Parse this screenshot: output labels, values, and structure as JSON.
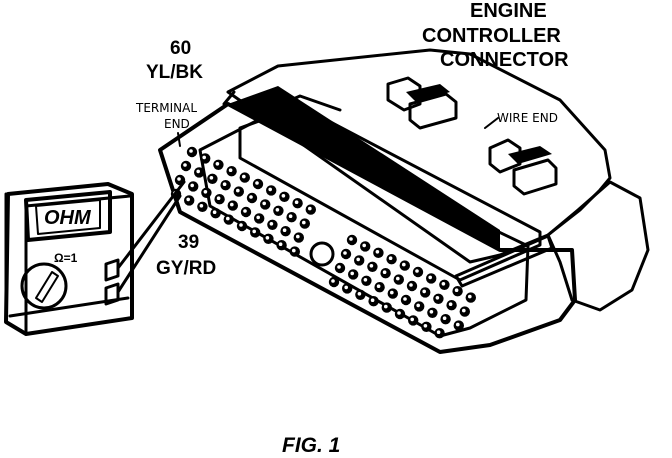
{
  "labels": {
    "title_line1": "ENGINE",
    "title_line2": "CONTROLLER",
    "title_line3": "CONNECTOR",
    "pin60_number": "60",
    "pin60_color": "YL/BK",
    "terminal_line1": "TERMINAL",
    "terminal_line2": "END",
    "wire_end": "WIRE END",
    "pin39_number": "39",
    "pin39_color": "GY/RD",
    "meter_display": "OHM",
    "meter_range": "Ω=1",
    "figure_caption": "FIG. 1"
  }
}
